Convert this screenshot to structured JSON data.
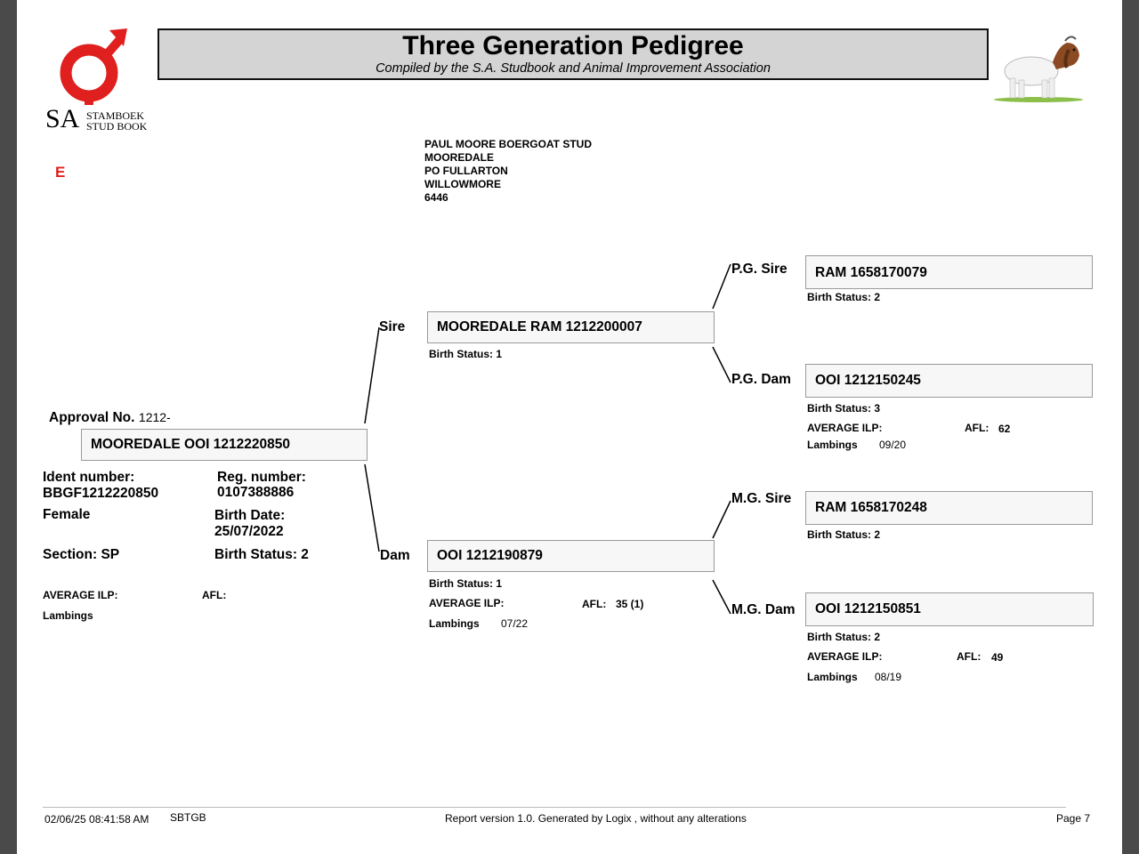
{
  "header": {
    "title": "Three Generation Pedigree",
    "subtitle": "Compiled by the S.A. Studbook and Animal Improvement Association"
  },
  "logo": {
    "sa": "SA",
    "line1": "STAMBOEK",
    "line2": "STUD BOOK"
  },
  "grade_letter": "E",
  "breeder": [
    "PAUL MOORE BOERGOAT STUD",
    "MOOREDALE",
    "PO FULLARTON",
    "WILLOWMORE",
    "6446"
  ],
  "animal": {
    "approval_label": "Approval No.",
    "approval_value": "1212-",
    "name": "MOOREDALE OOI 1212220850",
    "ident_label": "Ident number:",
    "ident_value": "BBGF1212220850",
    "reg_label": "Reg. number:",
    "reg_value": "0107388886",
    "sex": "Female",
    "birth_date_label": "Birth Date:",
    "birth_date_value": "25/07/2022",
    "section": "Section: SP",
    "birth_status": "Birth Status: 2",
    "ilp_label": "AVERAGE ILP:",
    "afl_label": "AFL:",
    "lambings_label": "Lambings"
  },
  "sire": {
    "label": "Sire",
    "name": "MOOREDALE RAM 1212200007",
    "birth_status": "Birth Status: 1"
  },
  "dam": {
    "label": "Dam",
    "name": "OOI 1212190879",
    "birth_status": "Birth Status: 1",
    "ilp_label": "AVERAGE ILP:",
    "afl_label": "AFL:",
    "afl_value": "35 (1)",
    "lambings_label": "Lambings",
    "lambings_value": "07/22"
  },
  "pg_sire": {
    "label": "P.G. Sire",
    "name": "RAM 1658170079",
    "birth_status": "Birth Status: 2"
  },
  "pg_dam": {
    "label": "P.G. Dam",
    "name": "OOI 1212150245",
    "birth_status": "Birth Status: 3",
    "ilp_label": "AVERAGE ILP:",
    "afl_label": "AFL:",
    "afl_value": "62",
    "lambings_label": "Lambings",
    "lambings_value": "09/20"
  },
  "mg_sire": {
    "label": "M.G. Sire",
    "name": "RAM 1658170248",
    "birth_status": "Birth Status: 2"
  },
  "mg_dam": {
    "label": "M.G. Dam",
    "name": "OOI 1212150851",
    "birth_status": "Birth Status: 2",
    "ilp_label": "AVERAGE ILP:",
    "afl_label": "AFL:",
    "afl_value": "49",
    "lambings_label": "Lambings",
    "lambings_value": "08/19"
  },
  "footer": {
    "timestamp": "02/06/25 08:41:58 AM",
    "code": "SBTGB",
    "report": "Report version 1.0. Generated by Logix , without any alterations",
    "page": "Page 7"
  },
  "colors": {
    "accent_red": "#e01f1f",
    "title_bg": "#d4d4d4"
  }
}
